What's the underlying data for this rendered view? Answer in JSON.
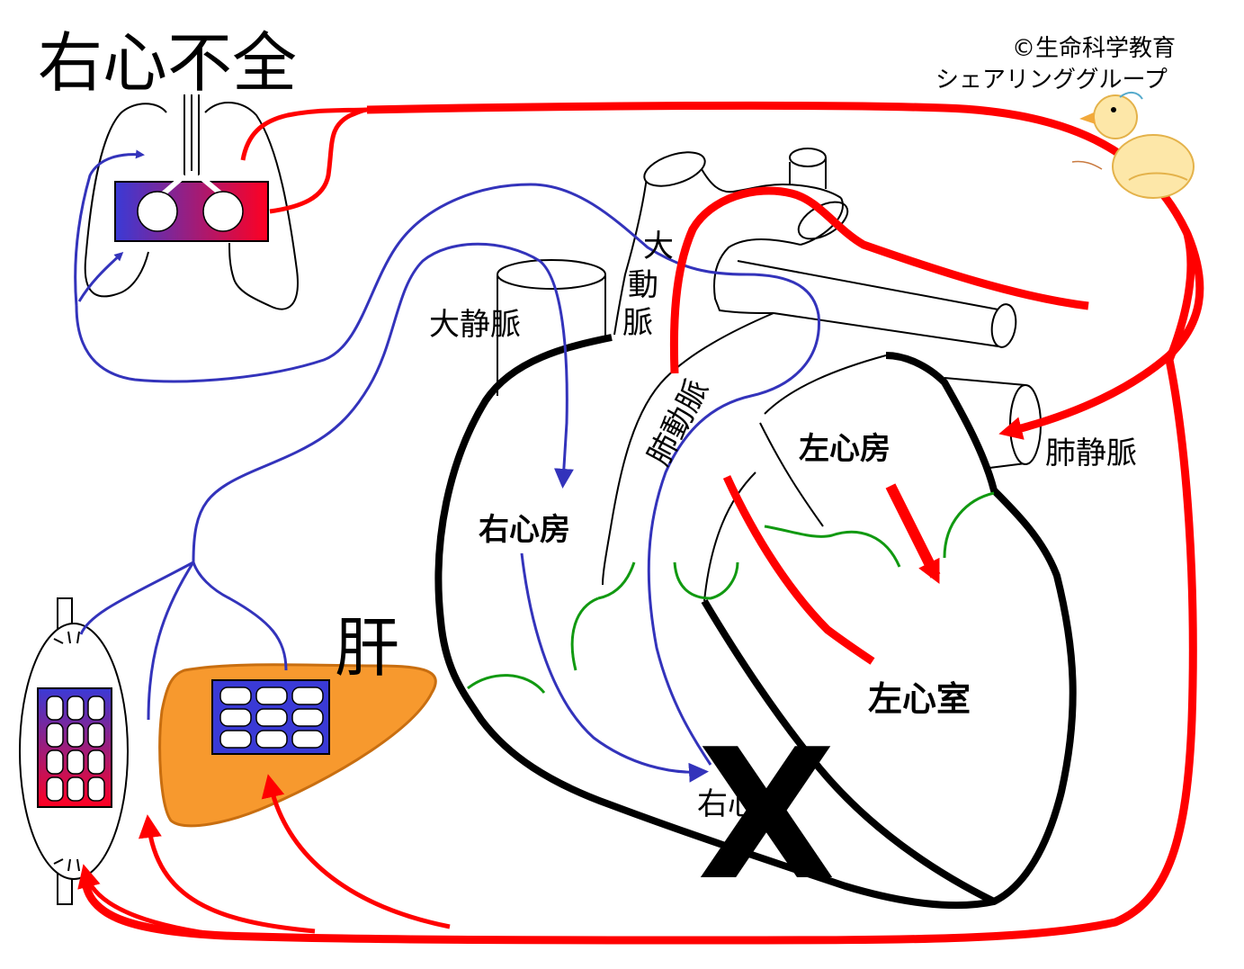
{
  "title": "右心不全",
  "credit": {
    "line1": "©生命科学教育",
    "line2": "シェアリンググループ"
  },
  "labels": {
    "vena_cava": "大静脈",
    "aorta_chars": [
      "大",
      "動",
      "脈"
    ],
    "pulmonary_artery": "肺動脈",
    "right_atrium": "右心房",
    "right_ventricle": "右心室",
    "left_atrium": "左心房",
    "left_ventricle": "左心室",
    "pulmonary_vein": "肺静脈",
    "liver": "肝",
    "failure_mark": "X"
  },
  "colors": {
    "oxygenated_blood": "#ff0000",
    "deoxygenated_blood": "#3333bb",
    "valve": "#119911",
    "liver_fill": "#f7992e",
    "liver_stroke": "#c86e10",
    "tissue_gradient_start": "#3a3ad6",
    "tissue_gradient_end": "#ff0022",
    "outline": "#000000"
  }
}
